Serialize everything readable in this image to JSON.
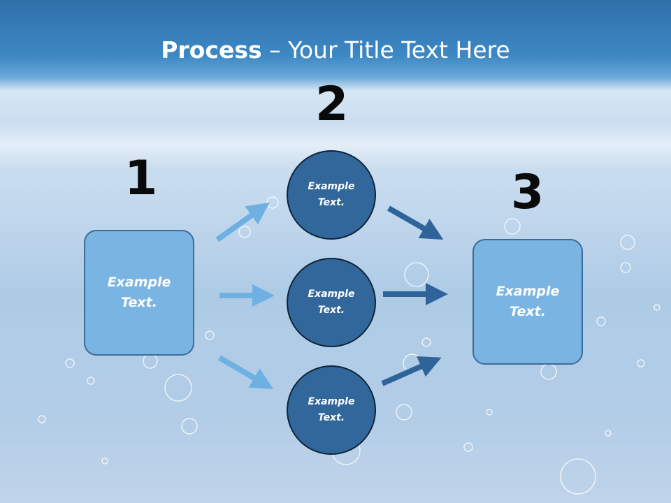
{
  "title": {
    "bold": "Process",
    "rest": " – Your Title Text Here"
  },
  "steps": [
    {
      "number": "1",
      "text": "Example\nText."
    },
    {
      "number": "2",
      "items": [
        "Example\nText.",
        "Example\nText.",
        "Example\nText."
      ]
    },
    {
      "number": "3",
      "text": "Example\nText."
    }
  ],
  "colors": {
    "light_box": "#7ab4e2",
    "dark_circle": "#32679c",
    "light_arrow": "#6fb0e3",
    "dark_arrow": "#2f649b"
  }
}
